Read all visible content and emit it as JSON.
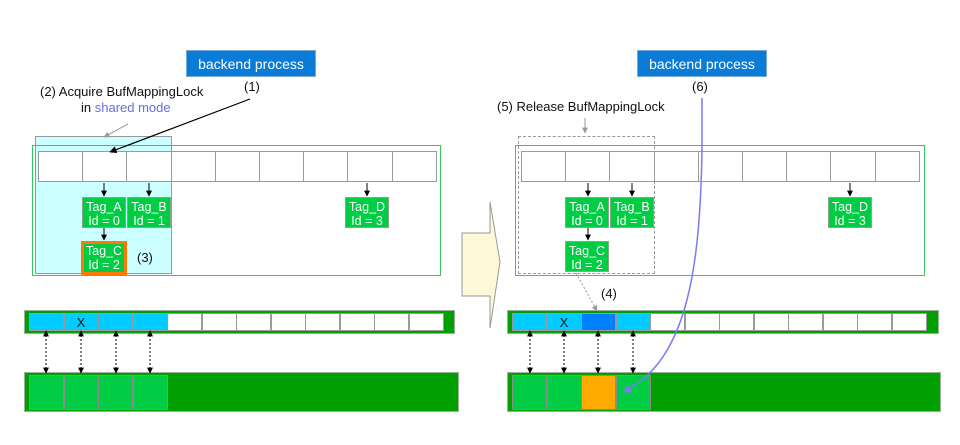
{
  "left": {
    "backend_label": "backend process",
    "step1": "(1)",
    "step2_line1": "(2)  Acquire BufMappingLock",
    "step2_line2_prefix": "in ",
    "step2_line2_highlight": "shared mode",
    "step3": "(3)",
    "tags": [
      {
        "name": "Tag_A",
        "id": "Id = 0"
      },
      {
        "name": "Tag_B",
        "id": "Id = 1"
      },
      {
        "name": "Tag_C",
        "id": "Id = 2"
      },
      {
        "name": "Tag_D",
        "id": "Id = 3"
      }
    ],
    "descriptors": [
      "",
      "X",
      "",
      "",
      "",
      "",
      "",
      "",
      "",
      "",
      "",
      ""
    ],
    "descriptor_states": [
      "used",
      "used",
      "used",
      "used",
      "free",
      "free",
      "free",
      "free",
      "free",
      "free",
      "free",
      "free"
    ],
    "pages": [
      "used",
      "used",
      "used",
      "used"
    ]
  },
  "right": {
    "backend_label": "backend process",
    "step4": "(4)",
    "step5": "(5)  Release BufMappingLock",
    "step6": "(6)",
    "tags": [
      {
        "name": "Tag_A",
        "id": "Id = 0"
      },
      {
        "name": "Tag_B",
        "id": "Id = 1"
      },
      {
        "name": "Tag_C",
        "id": "Id = 2"
      },
      {
        "name": "Tag_D",
        "id": "Id = 3"
      }
    ],
    "descriptors": [
      "",
      "X",
      "",
      "",
      "",
      "",
      "",
      "",
      "",
      "",
      "",
      ""
    ],
    "descriptor_states": [
      "used",
      "used",
      "target",
      "used",
      "free",
      "free",
      "free",
      "free",
      "free",
      "free",
      "free",
      "free"
    ],
    "pages": [
      "used",
      "used",
      "target",
      "used"
    ]
  },
  "colors": {
    "backend": "#0a7bd6",
    "tag": "#00cc44",
    "selected_tag_border": "#ff7a00",
    "descriptor_used": "#00ccff",
    "descriptor_target": "#0080ff",
    "page_used": "#00cc44",
    "page_target": "#ffaa00",
    "pool": "#00a000",
    "shared_region": "#ccffff",
    "flow_arrow": "#7b7bf0"
  }
}
